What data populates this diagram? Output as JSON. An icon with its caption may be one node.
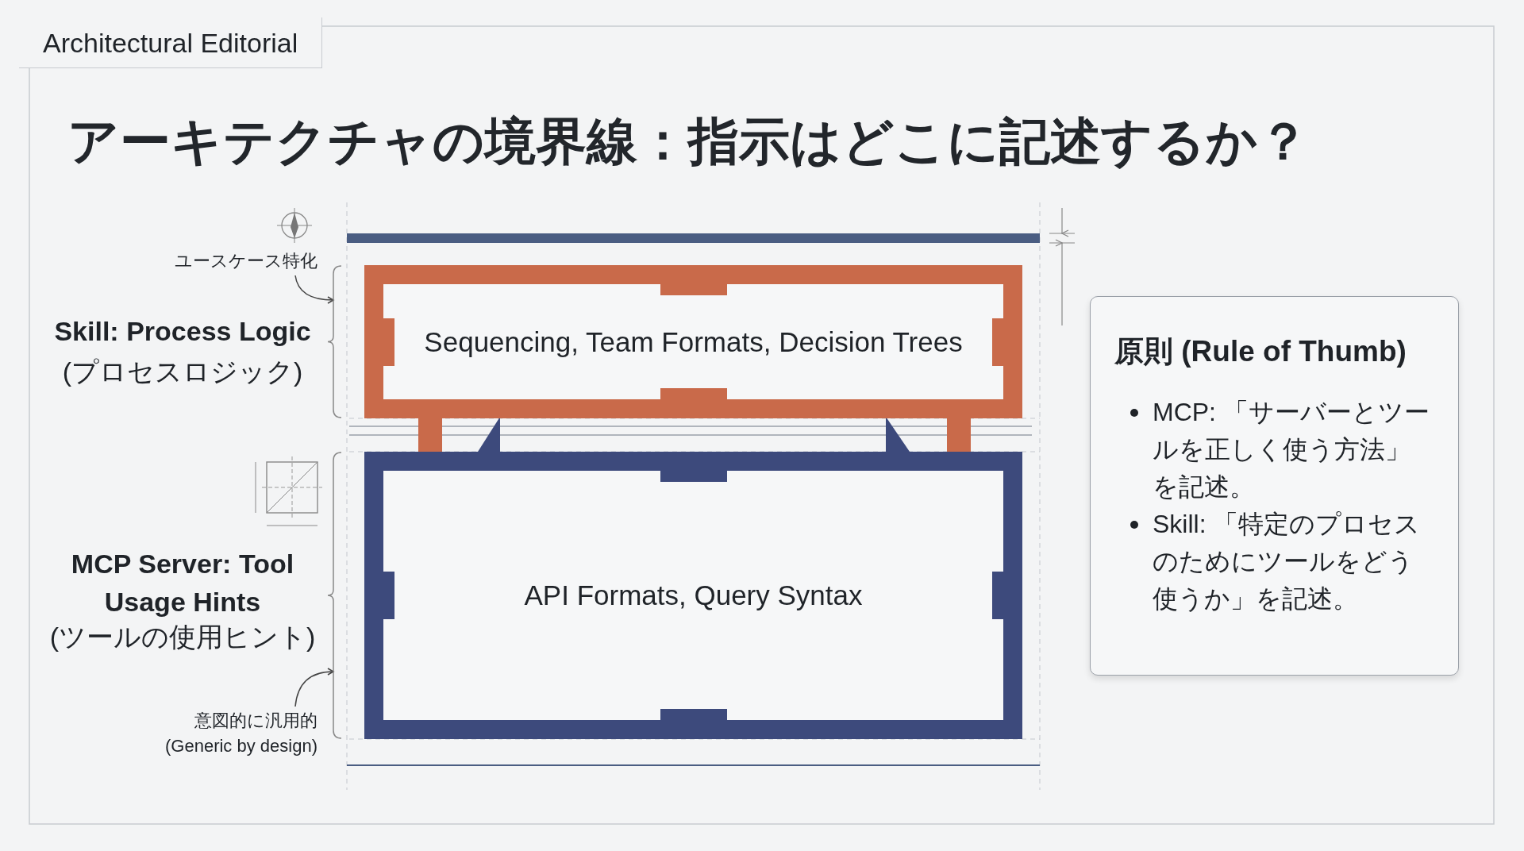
{
  "diagram": {
    "title": "アーキテクチャの境界線：指示はどこに記述するか？",
    "nodes": [
      {
        "text": [
          "Sequencing, Team Formats, Decision Trees"
        ]
      },
      {
        "text": [
          "API Formats, Query Syntax"
        ]
      },
      {
        "text": [
          "原則 (Rule of Thumb)",
          "MCP: 「サーバーとツールを正しく使う方法」を記述。",
          "Skill: 「特定のプロセスのためにツールをどう使うか」を記述。"
        ]
      },
      {
        "text": [
          "ユースケース特化"
        ]
      },
      {
        "text": [
          "意図的に汎用的",
          "(Generic by design)"
        ]
      },
      {
        "text": [],
        "shape": "brace"
      },
      {
        "text": [],
        "shape": "brace"
      }
    ],
    "edges": [
      {
        "from": 3,
        "to": 5,
        "arrow": "to"
      },
      {
        "from": 4,
        "to": 6,
        "arrow": "to"
      }
    ],
    "labels": [
      "Architectural Editorial",
      "Skill: Process Logic",
      "(プロセスロジック)",
      "MCP Server: Tool Usage Hints",
      "(ツールの使用ヒント)"
    ]
  }
}
